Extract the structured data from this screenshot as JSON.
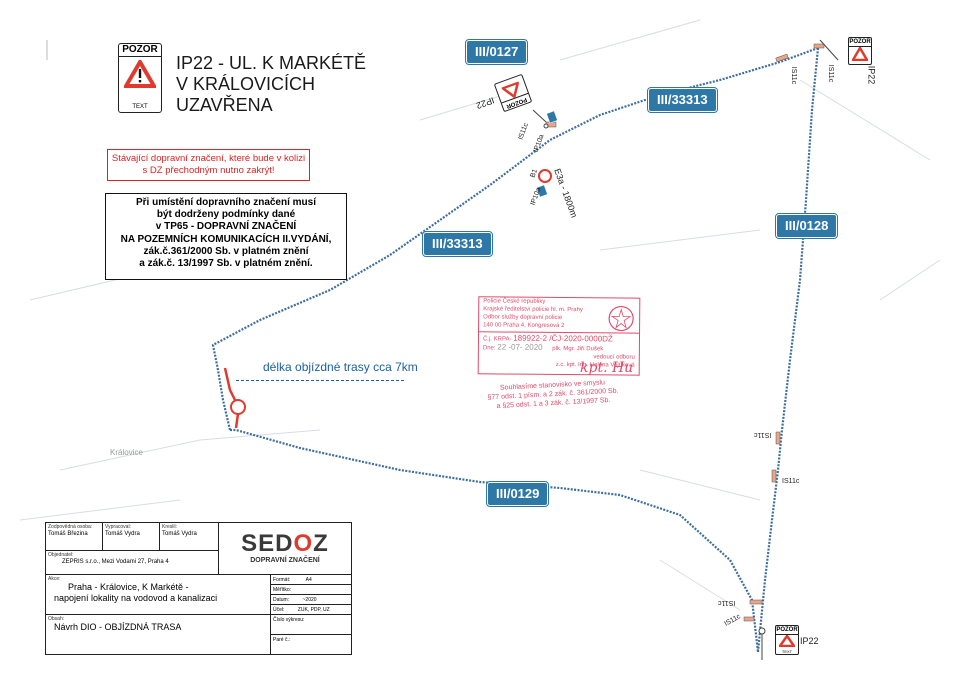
{
  "title": {
    "line1": "IP22 - UL. K MARKÉTĚ",
    "line2": "V KRÁLOVICÍCH",
    "line3": "UZAVŘENA"
  },
  "sign_main": {
    "top": "POZOR",
    "bottom": "TEXT"
  },
  "note_red": "Stávající dopravní značení, které bude v kolizi s DZ přechodným nutno zakrýt!",
  "note_black": {
    "l1": "Při umístění dopravního značení musí",
    "l2": "být dodrženy podmínky dané",
    "l3": "v TP65 - DOPRAVNÍ ZNAČENÍ",
    "l4": "NA POZEMNÍCH KOMUNIKACÍCH II.VYDÁNÍ,",
    "l5": "zák.č.361/2000 Sb. v platném znění",
    "l6": "a zák.č. 13/1997 Sb. v platném znění."
  },
  "routes": {
    "r0127": "III/0127",
    "r33313a": "III/33313",
    "r33313b": "III/33313",
    "r0128": "III/0128",
    "r0129": "III/0129"
  },
  "detour_label": "délka objízdné trasy cca 7km",
  "place_name": "Královice",
  "sign_labels": {
    "ip22_top": "IP22",
    "is11c_top": "IS11c",
    "ip10a": "IP10a",
    "is11c_mid": "IS11c",
    "b1": "B1",
    "ip10a_2": "IP10a",
    "e3a": "E3a - 1800m",
    "is11c_right1": "IS11c",
    "is11c_right2": "IS11c",
    "ip22_right": "IP22",
    "is11c_rail1": "IS11c",
    "is11c_rail2": "IS11c",
    "is11c_bottom1": "IS11c",
    "is11c_bottom2": "IS11c",
    "ip22_bottom": "IP22",
    "pozor_bottom": "POZOR",
    "text_bottom": "TEXT"
  },
  "stamp": {
    "l1": "Policie České republiky",
    "l2": "Krajské ředitelství policie hl. m. Prahy",
    "l3": "Odbor služby dopravní policie",
    "l4": "140 00 Praha 4, Kongresová 2",
    "cj_label": "Č.j. KRPA-",
    "cj_value": "189922-2 /ČJ-2020-0000DŽ",
    "date_label": "Dne:",
    "date_value": "22 -07- 2020",
    "officer1": "plk. Mgr. Jiří Dušek",
    "officer2": "vedoucí odboru",
    "officer3": "z.c. kpt. Ing. Helena Vojtíková",
    "below1": "Souhlasíme stanovisko ve smyslu",
    "below2": "§77 odst. 1 písm. a 2 zák. č. 361/2000 Sb.",
    "below3": "a §25 odst. 1 a 3 zák. č. 13/1997 Sb.",
    "signature": "kpt. Hu"
  },
  "title_block": {
    "zodpovedna_label": "Zodpovědná osoba:",
    "zodpovedna": "Tomáš Březina",
    "vypracoval_label": "Vypracoval:",
    "vypracoval": "Tomáš Vydra",
    "kreslil_label": "Kreslil:",
    "kreslil": "Tomáš Vydra",
    "objednatel_label": "Objednatel:",
    "objednatel": "ZEPRIS s.r.o., Mezi Vodami 27, Praha 4",
    "akce_label": "Akce:",
    "akce1": "Praha - Královice, K Markétě -",
    "akce2": "napojení lokality na vodovod a kanalizaci",
    "obsah_label": "Obsah:",
    "obsah": "Návrh DIO - OBJÍZDNÁ TRASA",
    "logo_a": "SED",
    "logo_o": "O",
    "logo_z": "Z",
    "logo_sub": "DOPRAVNÍ ZNAČENÍ",
    "format_label": "Formát:",
    "format": "A4",
    "meritko_label": "Měřítko:",
    "meritko": "",
    "datum_label": "Datum:",
    "datum": "~2020",
    "ucel_label": "Účel:",
    "ucel": "ZUK, PDP, UZ",
    "cislo_label": "Číslo výkresu:",
    "cislo": "",
    "paré_label": "Paré č.:",
    "paré": ""
  },
  "colors": {
    "route_blue": "#2e78a8",
    "detour_blue": "#1d5fa0",
    "closure_red": "#e03a2f",
    "stamp_pink": "#e04b6a"
  }
}
